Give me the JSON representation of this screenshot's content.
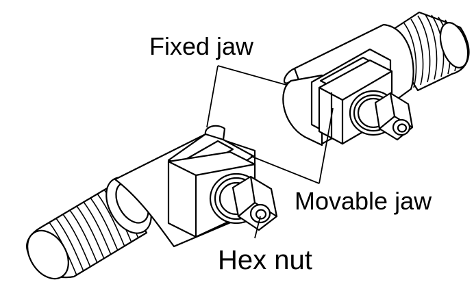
{
  "labels": {
    "fixed_jaw": "Fixed jaw",
    "movable_jaw": "Movable jaw",
    "hex_nut": "Hex nut"
  }
}
